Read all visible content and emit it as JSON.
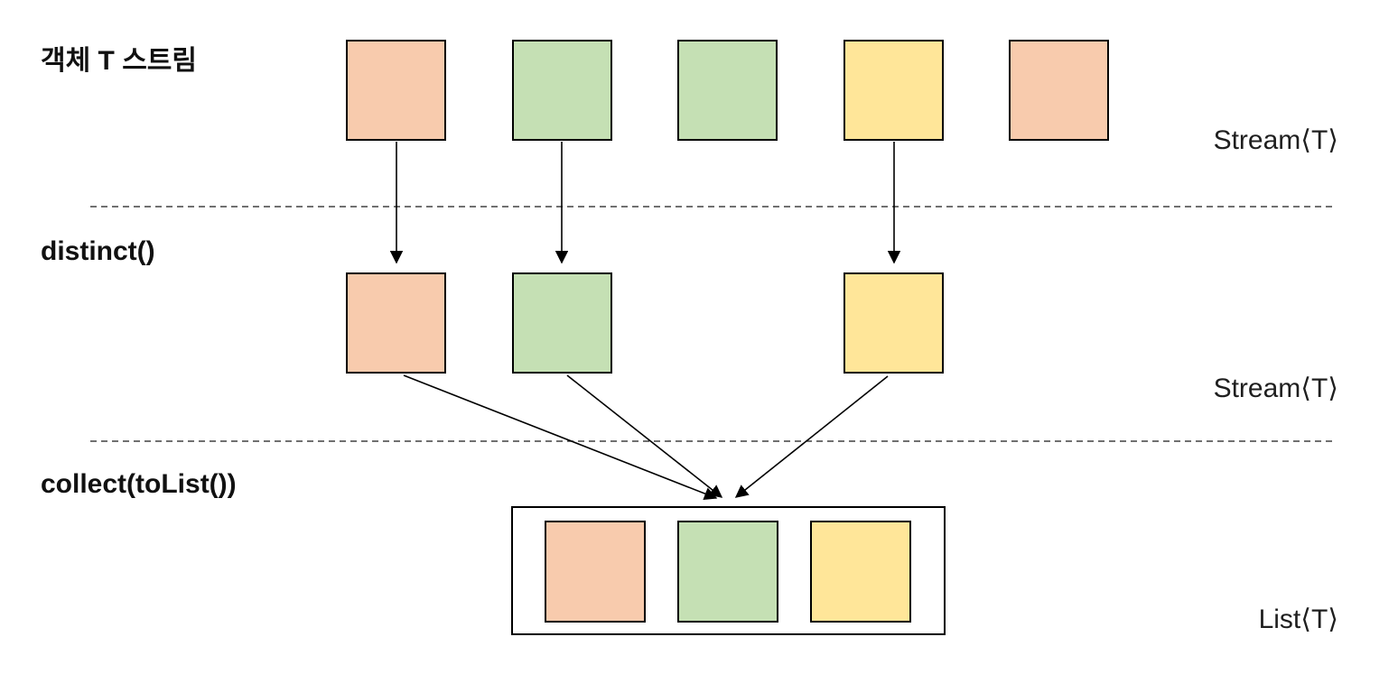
{
  "diagram": {
    "background": "#ffffff",
    "stroke_color": "#000000",
    "stage_labels": {
      "source": "객체 T 스트림",
      "distinct": "distinct()",
      "collect": "collect(toList())"
    },
    "type_labels": {
      "source_stream": "Stream⟨T⟩",
      "distinct_stream": "Stream⟨T⟩",
      "result_list": "List⟨T⟩"
    },
    "palette": {
      "orange": "#F8CBAD",
      "green": "#C5E0B4",
      "yellow": "#FFE699"
    },
    "source_stream": {
      "items": [
        {
          "name": "orange",
          "color": "#F8CBAD"
        },
        {
          "name": "green",
          "color": "#C5E0B4"
        },
        {
          "name": "green",
          "color": "#C5E0B4"
        },
        {
          "name": "yellow",
          "color": "#FFE699"
        },
        {
          "name": "orange",
          "color": "#F8CBAD"
        }
      ]
    },
    "distinct_stream": {
      "items": [
        {
          "name": "orange",
          "color": "#F8CBAD"
        },
        {
          "name": "green",
          "color": "#C5E0B4"
        },
        {
          "name": "yellow",
          "color": "#FFE699"
        }
      ]
    },
    "result_list": {
      "items": [
        {
          "name": "orange",
          "color": "#F8CBAD"
        },
        {
          "name": "green",
          "color": "#C5E0B4"
        },
        {
          "name": "yellow",
          "color": "#FFE699"
        }
      ]
    }
  }
}
